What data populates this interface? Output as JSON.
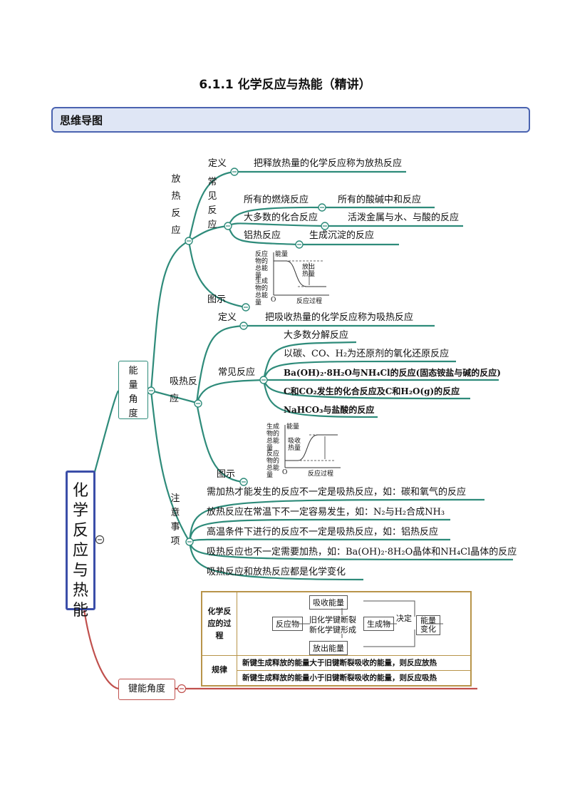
{
  "title": "6.1.1  化学反应与热能（精讲）",
  "banner": "思维导图",
  "root": "化学反应与热能",
  "energy": {
    "label": "能量角度",
    "exo": {
      "label": "放热反应",
      "def_key": "定义",
      "def_text": "把释放热量的化学反应称为放热反应",
      "common_key": "常见反应",
      "items": [
        "所有的燃烧反应",
        "所有的酸碱中和反应",
        "大多数的化合反应",
        "活泼金属与水、与酸的反应",
        "铝热反应",
        "生成沉淀的反应"
      ],
      "diagram_key": "图示",
      "graph": {
        "y_axis": "能量",
        "high_label": "反应物的总能量",
        "low_label": "生成物的总能量",
        "delta_label": "放出热量",
        "x_axis": "反应过程",
        "origin": "O"
      }
    },
    "endo": {
      "label": "吸热反应",
      "def_key": "定义",
      "def_text": "把吸收热量的化学反应称为吸热反应",
      "common_key": "常见反应",
      "items": [
        "大多数分解反应",
        "以碳、CO、H₂为还原剂的氧化还原反应",
        "Ba(OH)₂·8H₂O与NH₄Cl的反应(固态铵盐与碱的反应)",
        "C和CO₂发生的化合反应及C和H₂O(g)的反应",
        "NaHCO₃与盐酸的反应"
      ],
      "diagram_key": "图示",
      "graph": {
        "y_axis": "能量",
        "high_label": "生成物的总能量",
        "low_label": "反应物的总能量",
        "delta_label": "吸收热量",
        "x_axis": "反应过程",
        "origin": "O"
      }
    },
    "notes": {
      "label": "注意事项",
      "items": [
        "需加热才能发生的反应不一定是吸热反应，如：碳和氧气的反应",
        "放热反应在常温下不一定容易发生，如：N₂与H₂合成NH₃",
        "高温条件下进行的反应不一定是吸热反应，如：铝热反应",
        "吸热反应也不一定需要加热，如：Ba(OH)₂·8H₂O晶体和NH₄Cl晶体的反应",
        "吸热反应和放热反应都是化学变化"
      ]
    }
  },
  "bond": {
    "label": "键能角度",
    "table": {
      "process_header": "化学反应的过程",
      "reactant": "反应物",
      "absorb": "吸收能量",
      "break": "旧化学键断裂",
      "form": "新化学键形成",
      "release": "放出能量",
      "product": "生成物",
      "decide": "决定",
      "change": "能量变化",
      "rule_header": "规律",
      "rule1": "新键生成释放的能量大于旧键断裂吸收的能量，则反应放热",
      "rule2": "新键生成释放的能量小于旧键断裂吸收的能量，则反应吸热"
    }
  },
  "colors": {
    "teal": "#2e8b7a",
    "red": "#c0504d",
    "blue": "#3b4ea8",
    "gold": "#b8944a"
  },
  "collapse_symbol": "−"
}
